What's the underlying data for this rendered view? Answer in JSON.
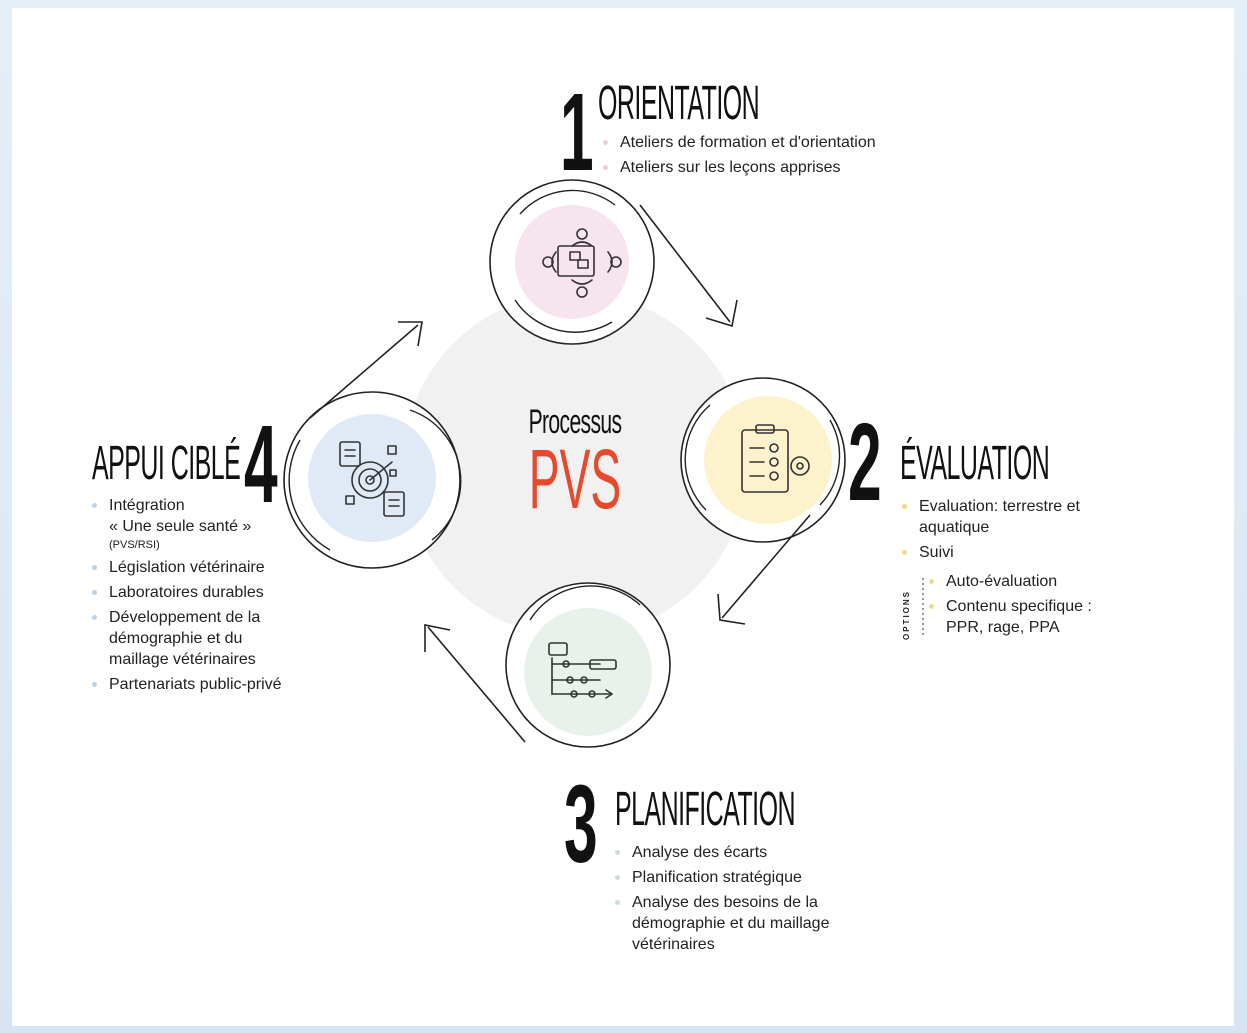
{
  "center": {
    "line1": "Processus",
    "line2": "PVS"
  },
  "steps": [
    {
      "number": "1",
      "title": "ORIENTATION",
      "icon": "workshop-meeting-icon",
      "circle_color": "#f6e4ef",
      "dot_color": "#f2c9da",
      "items": [
        "Ateliers de formation et d'orientation",
        "Ateliers sur les leçons apprises"
      ]
    },
    {
      "number": "2",
      "title": "ÉVALUATION",
      "icon": "checklist-gear-icon",
      "circle_color": "#fcf3cc",
      "dot_color": "#f3d98a",
      "items": [
        "Evaluation: terrestre et aquatique",
        "Suivi"
      ],
      "options_label": "OPTIONS",
      "options": [
        "Auto-évaluation",
        "Contenu specifique : PPR, rage, PPA"
      ]
    },
    {
      "number": "3",
      "title": "PLANIFICATION",
      "icon": "roadmap-plan-icon",
      "circle_color": "#e8f2ea",
      "dot_color": "#c9e0cf",
      "items": [
        "Analyse des écarts",
        "Planification stratégique",
        "Analyse des besoins de la démographie et du maillage vétérinaires"
      ]
    },
    {
      "number": "4",
      "title": "APPUI CIBLÉ",
      "icon": "target-documents-icon",
      "circle_color": "#e0eaf6",
      "dot_color": "#bcd1ea",
      "items": [
        "Intégration",
        "Législation vétérinaire",
        "Laboratoires durables",
        "Développement de la démographie et du maillage vétérinaires",
        "Partenariats public-privé"
      ],
      "item1_line2": "« Une seule santé »",
      "item1_line3": "(PVS/RSI)"
    }
  ],
  "colors": {
    "accent": "#e8492a",
    "ink": "#111111",
    "center_disc": "#f1f1f1"
  }
}
